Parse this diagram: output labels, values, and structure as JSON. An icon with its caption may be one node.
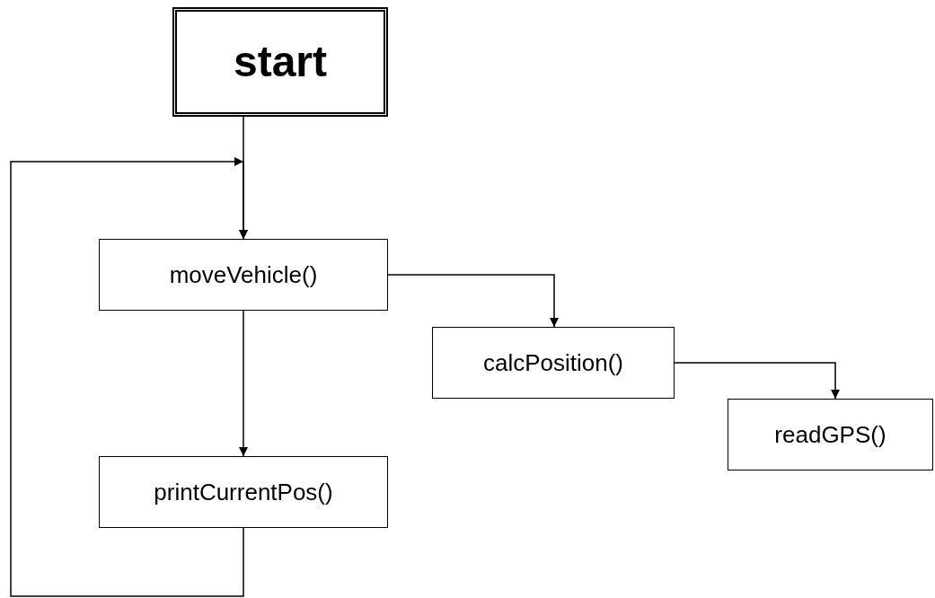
{
  "diagram": {
    "nodes": [
      {
        "text": [
          "start"
        ]
      },
      {
        "text": [
          "moveVehicle()"
        ]
      },
      {
        "text": [
          "calcPosition()"
        ]
      },
      {
        "text": [
          "readGPS()"
        ]
      },
      {
        "text": [
          "printCurrentPos()"
        ]
      }
    ],
    "edges": [
      {
        "from": 0,
        "to": 1,
        "arrow": "to"
      },
      {
        "from": 1,
        "to": 2,
        "arrow": "to"
      },
      {
        "from": 2,
        "to": 3,
        "arrow": "to"
      },
      {
        "from": 1,
        "to": 4,
        "arrow": "to"
      },
      {
        "from": 4,
        "to": 1,
        "arrow": "to"
      }
    ]
  }
}
